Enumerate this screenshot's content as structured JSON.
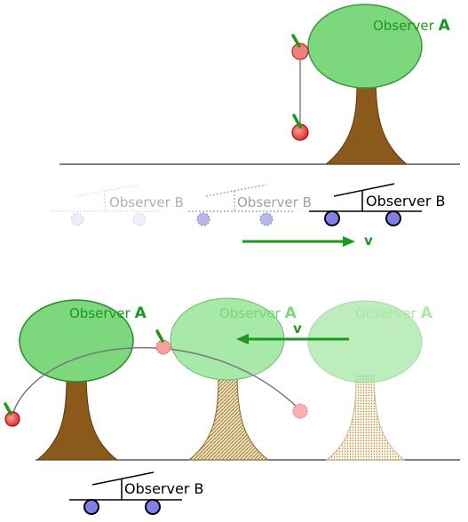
{
  "top_scene": {
    "observer_a": {
      "label": "Observer ",
      "letter": "A"
    },
    "observer_b": {
      "label": "Observer B"
    },
    "observer_b_ghost_1": {
      "label": "Observer B"
    },
    "observer_b_ghost_2": {
      "label": "Observer B"
    },
    "velocity": {
      "label": "v"
    }
  },
  "bottom_scene": {
    "observer_a": {
      "label": "Observer ",
      "letter": "A"
    },
    "observer_a_ghost_1": {
      "label": "Observer ",
      "letter": "A"
    },
    "observer_a_ghost_2": {
      "label": "Observer ",
      "letter": "A"
    },
    "observer_b": {
      "label": "Observer B"
    },
    "velocity": {
      "label": "v"
    }
  },
  "colors": {
    "foliage": "#7dd87d",
    "foliage_stroke": "#3a9a3a",
    "trunk": "#8b5a1a",
    "apple": "#e03030",
    "stem": "#1a9a1a",
    "arrow": "#1a9a1a",
    "wheel": "#8080e8",
    "label_green": "#1a9a1a"
  }
}
